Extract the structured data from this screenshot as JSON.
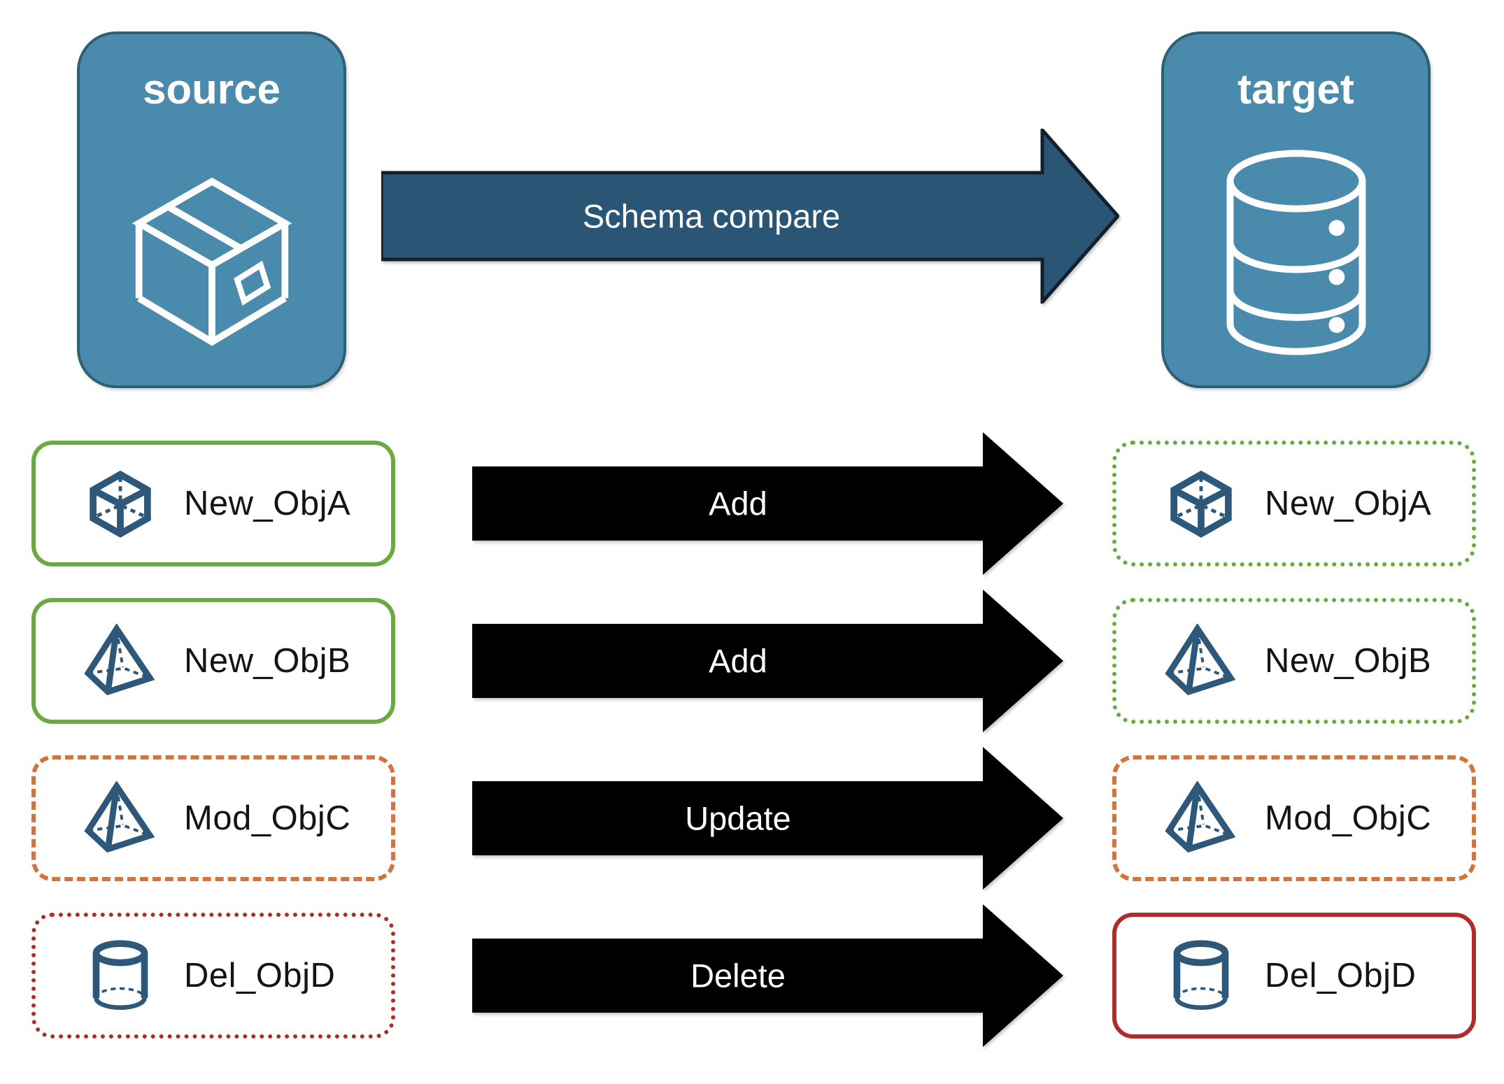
{
  "header": {
    "source": {
      "label": "source",
      "icon": "package-icon"
    },
    "target": {
      "label": "target",
      "icon": "database-icon"
    },
    "arrow_label": "Schema compare"
  },
  "rows": [
    {
      "name": "New_ObjA",
      "icon": "cube-icon",
      "action": "Add",
      "left_border": "solid green",
      "right_border": "dotted green"
    },
    {
      "name": "New_ObjB",
      "icon": "pyramid-icon",
      "action": "Add",
      "left_border": "solid green",
      "right_border": "dotted green"
    },
    {
      "name": "Mod_ObjC",
      "icon": "pyramid-icon",
      "action": "Update",
      "left_border": "dashed orange",
      "right_border": "dashed orange"
    },
    {
      "name": "Del_ObjD",
      "icon": "cylinder-icon",
      "action": "Delete",
      "left_border": "dotted red",
      "right_border": "solid red"
    }
  ],
  "colors": {
    "teal": "#4A8BAD",
    "teal-border": "#2E6075",
    "navy-fill": "#2A5574",
    "navy-stroke": "#131F2B",
    "green-fill": "#5B9E3B",
    "green-stroke": "#2B4819",
    "orange-fill": "#D3743C",
    "orange-stroke": "#572A10",
    "red-fill": "#AE2C2C",
    "red-stroke": "#431010",
    "green-border": "#6AAA40",
    "orange-border": "#D3743C",
    "red-border": "#B22B2B",
    "icon-blue": "#2E587A",
    "label-color": "#141414"
  }
}
